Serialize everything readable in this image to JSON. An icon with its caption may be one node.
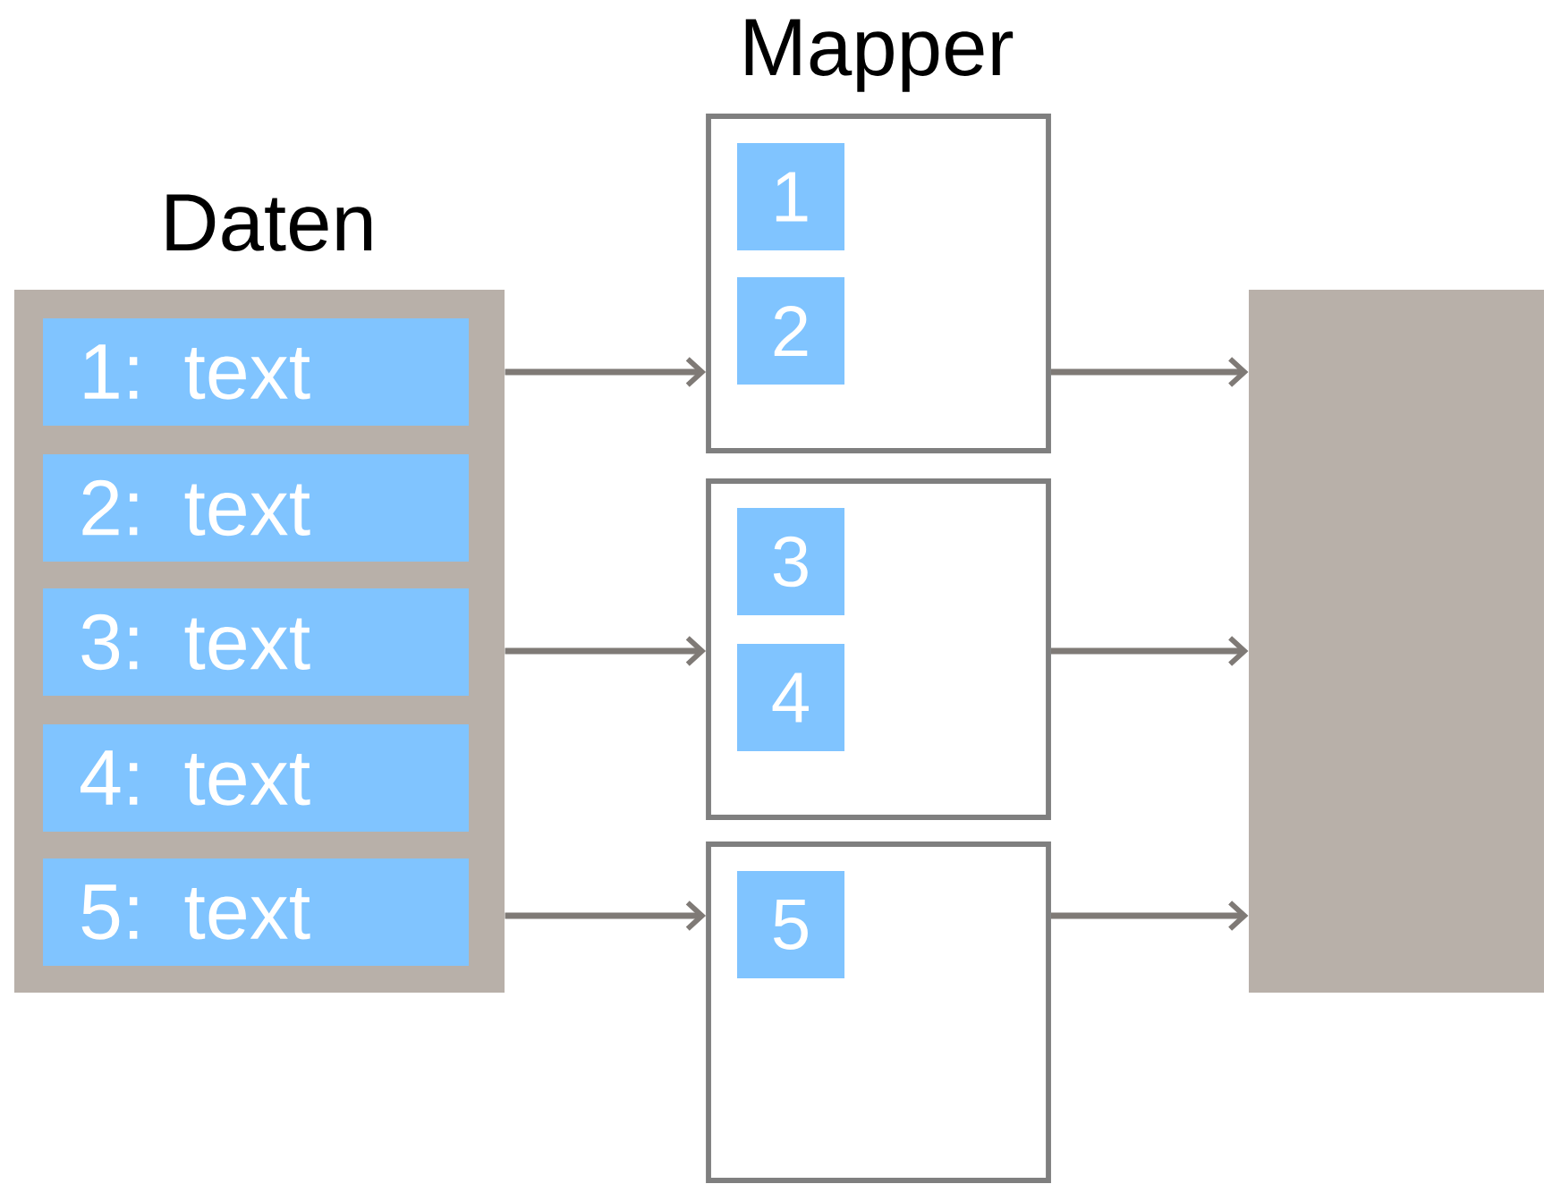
{
  "diagram": {
    "nodes": [
      {
        "text": [
          "Daten"
        ]
      },
      {
        "text": [
          "1: text"
        ],
        "in": 0
      },
      {
        "text": [
          "2: text"
        ],
        "in": 0
      },
      {
        "text": [
          "3: text"
        ],
        "in": 0
      },
      {
        "text": [
          "4: text"
        ],
        "in": 0
      },
      {
        "text": [
          "5: text"
        ],
        "in": 0
      },
      {
        "text": [],
        "shape": "box"
      },
      {
        "text": [],
        "shape": "box"
      },
      {
        "text": [],
        "shape": "box"
      },
      {
        "text": [
          "1"
        ],
        "in": 6
      },
      {
        "text": [
          "2"
        ],
        "in": 6
      },
      {
        "text": [
          "3"
        ],
        "in": 7
      },
      {
        "text": [
          "4"
        ],
        "in": 7
      },
      {
        "text": [
          "5"
        ],
        "in": 8
      },
      {
        "text": [],
        "shape": "box"
      }
    ],
    "edges": [
      {
        "from": 0,
        "to": 6,
        "arrow": "to"
      },
      {
        "from": 0,
        "to": 7,
        "arrow": "to"
      },
      {
        "from": 0,
        "to": 8,
        "arrow": "to"
      },
      {
        "from": 6,
        "to": 14,
        "arrow": "to"
      },
      {
        "from": 7,
        "to": 14,
        "arrow": "to"
      },
      {
        "from": 8,
        "to": 14,
        "arrow": "to"
      }
    ],
    "labels": [
      "Mapper"
    ]
  }
}
